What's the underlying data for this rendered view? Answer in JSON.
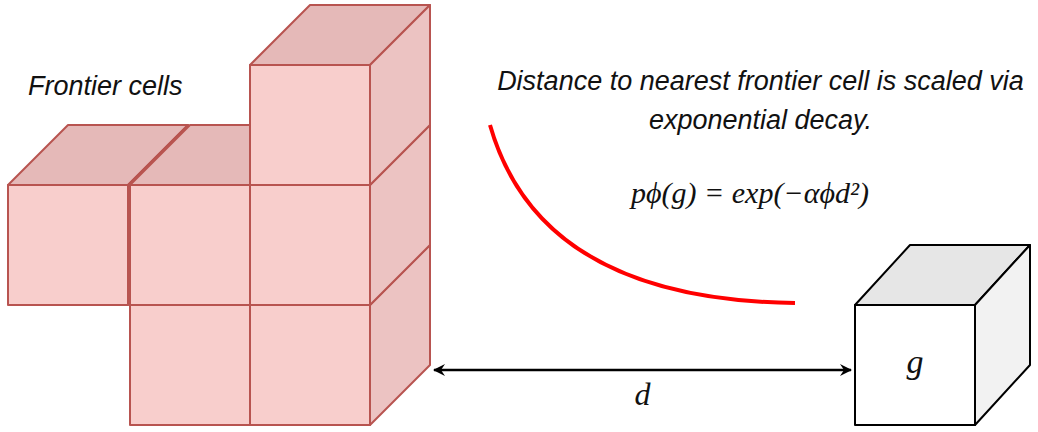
{
  "diagram": {
    "nodes": [
      {
        "text": [
          "Frontier cells"
        ]
      },
      {
        "text": [
          "g"
        ]
      }
    ],
    "edges": [
      {
        "from": 0,
        "to": 1,
        "label": "d",
        "arrow": "both"
      }
    ],
    "labels": [
      "Distance to nearest frontier cell is scaled via exponential decay.",
      "pϕ(g) = exp(−αϕd²)"
    ]
  }
}
